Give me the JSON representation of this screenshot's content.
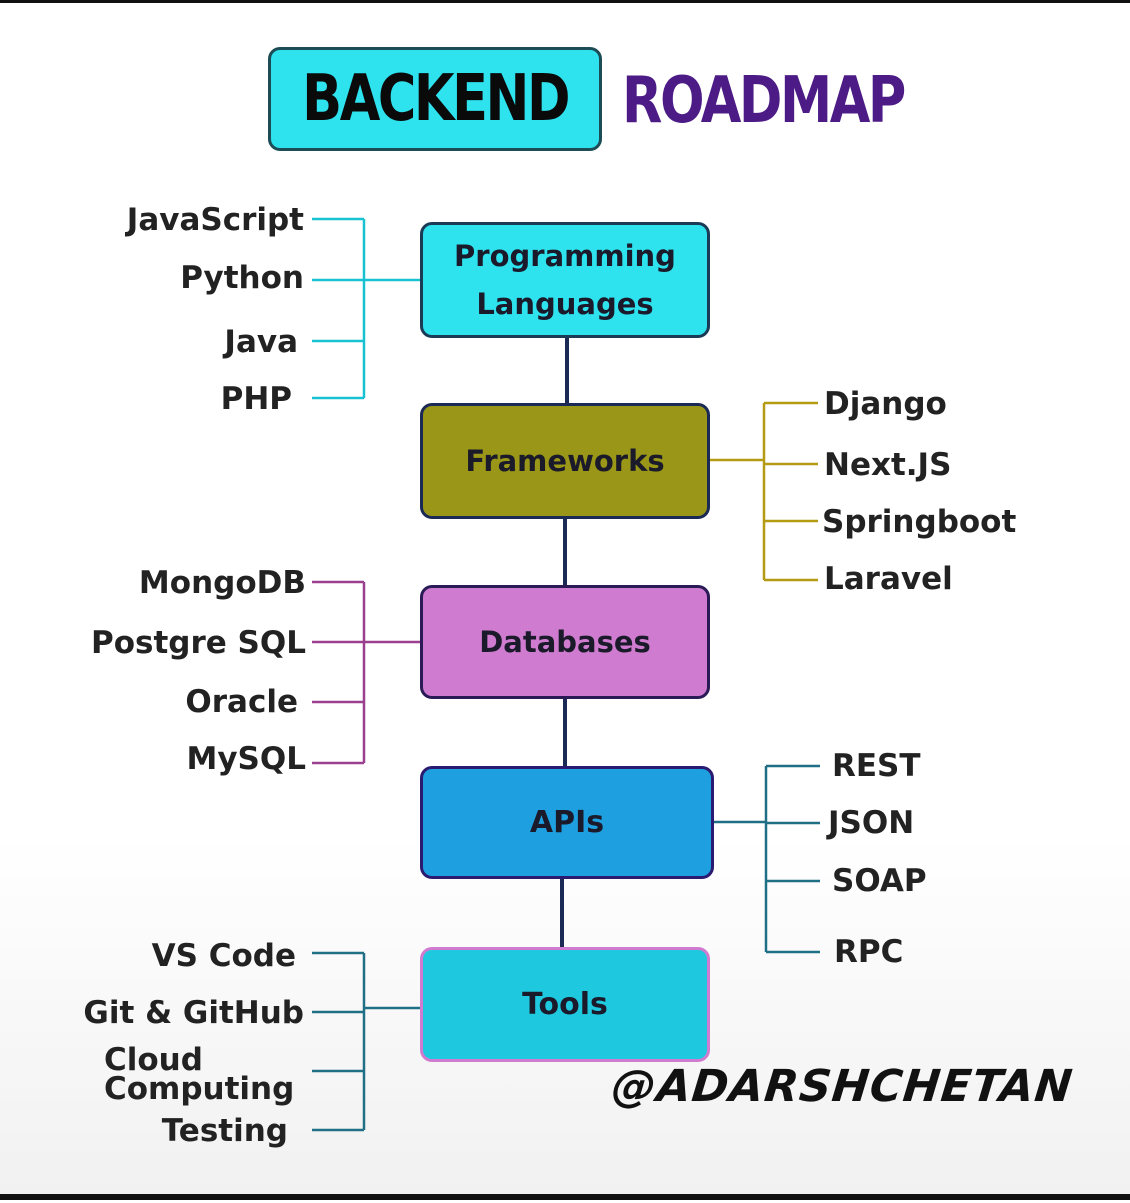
{
  "title": {
    "main": "BACKEND",
    "accent": "ROADMAP"
  },
  "colors": {
    "programming": "#2ee2ee",
    "frameworks": "#9a9718",
    "databases": "#cf7bcf",
    "apis": "#1e9fe0",
    "tools": "#1ec9e0",
    "title_accent": "#4c1b86"
  },
  "nodes": {
    "programming": {
      "line1": "Programming",
      "line2": "Languages"
    },
    "frameworks": {
      "label": "Frameworks"
    },
    "databases": {
      "label": "Databases"
    },
    "apis": {
      "label": "APIs"
    },
    "tools": {
      "label": "Tools"
    }
  },
  "languages": [
    "JavaScript",
    "Python",
    "Java",
    "PHP"
  ],
  "frameworks": [
    "Django",
    "Next.JS",
    "Springboot",
    "Laravel"
  ],
  "databases": [
    "MongoDB",
    "Postgre SQL",
    "Oracle",
    "MySQL"
  ],
  "apis": [
    "REST",
    "JSON",
    "SOAP",
    "RPC"
  ],
  "tools": [
    "VS Code",
    "Git & GitHub",
    "Cloud",
    "Computing",
    "Testing"
  ],
  "watermark": "@ADARSHCHETAN"
}
